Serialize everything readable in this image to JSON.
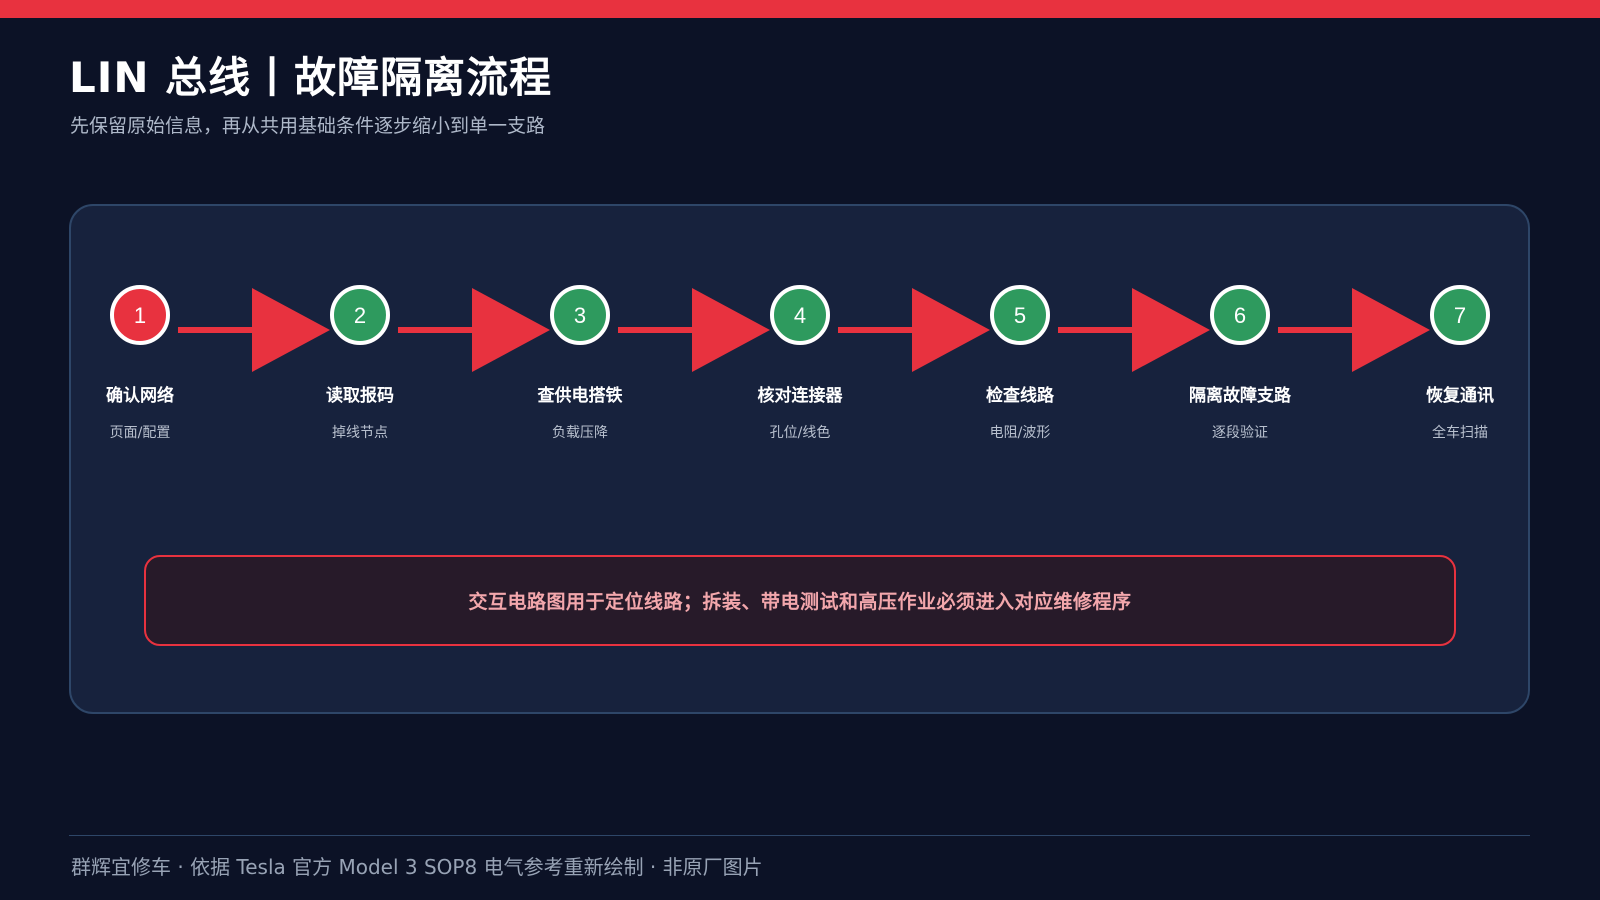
{
  "header": {
    "title": "LIN 总线丨故障隔离流程",
    "subtitle": "先保留原始信息，再从共用基础条件逐步缩小到单一支路"
  },
  "steps": [
    {
      "number": "1",
      "label": "确认网络",
      "sub": "页面/配置",
      "status": "current"
    },
    {
      "number": "2",
      "label": "读取报码",
      "sub": "掉线节点",
      "status": "pending"
    },
    {
      "number": "3",
      "label": "查供电搭铁",
      "sub": "负载压降",
      "status": "pending"
    },
    {
      "number": "4",
      "label": "核对连接器",
      "sub": "孔位/线色",
      "status": "pending"
    },
    {
      "number": "5",
      "label": "检查线路",
      "sub": "电阻/波形",
      "status": "pending"
    },
    {
      "number": "6",
      "label": "隔离故障支路",
      "sub": "逐段验证",
      "status": "pending"
    },
    {
      "number": "7",
      "label": "恢复通讯",
      "sub": "全车扫描",
      "status": "pending"
    }
  ],
  "warning": {
    "text": "交互电路图用于定位线路；拆装、带电测试和高压作业必须进入对应维修程序"
  },
  "footer": {
    "text": "群辉宜修车 · 依据 Tesla 官方 Model 3 SOP8 电气参考重新绘制 · 非原厂图片"
  },
  "colors": {
    "accent": "#e8323f",
    "step_current": "#e8323f",
    "step_pending": "#2e9a5e",
    "background": "#0c1226",
    "panel": "#17223d"
  },
  "icons": {
    "flow_connector": "right-arrow-icon"
  }
}
